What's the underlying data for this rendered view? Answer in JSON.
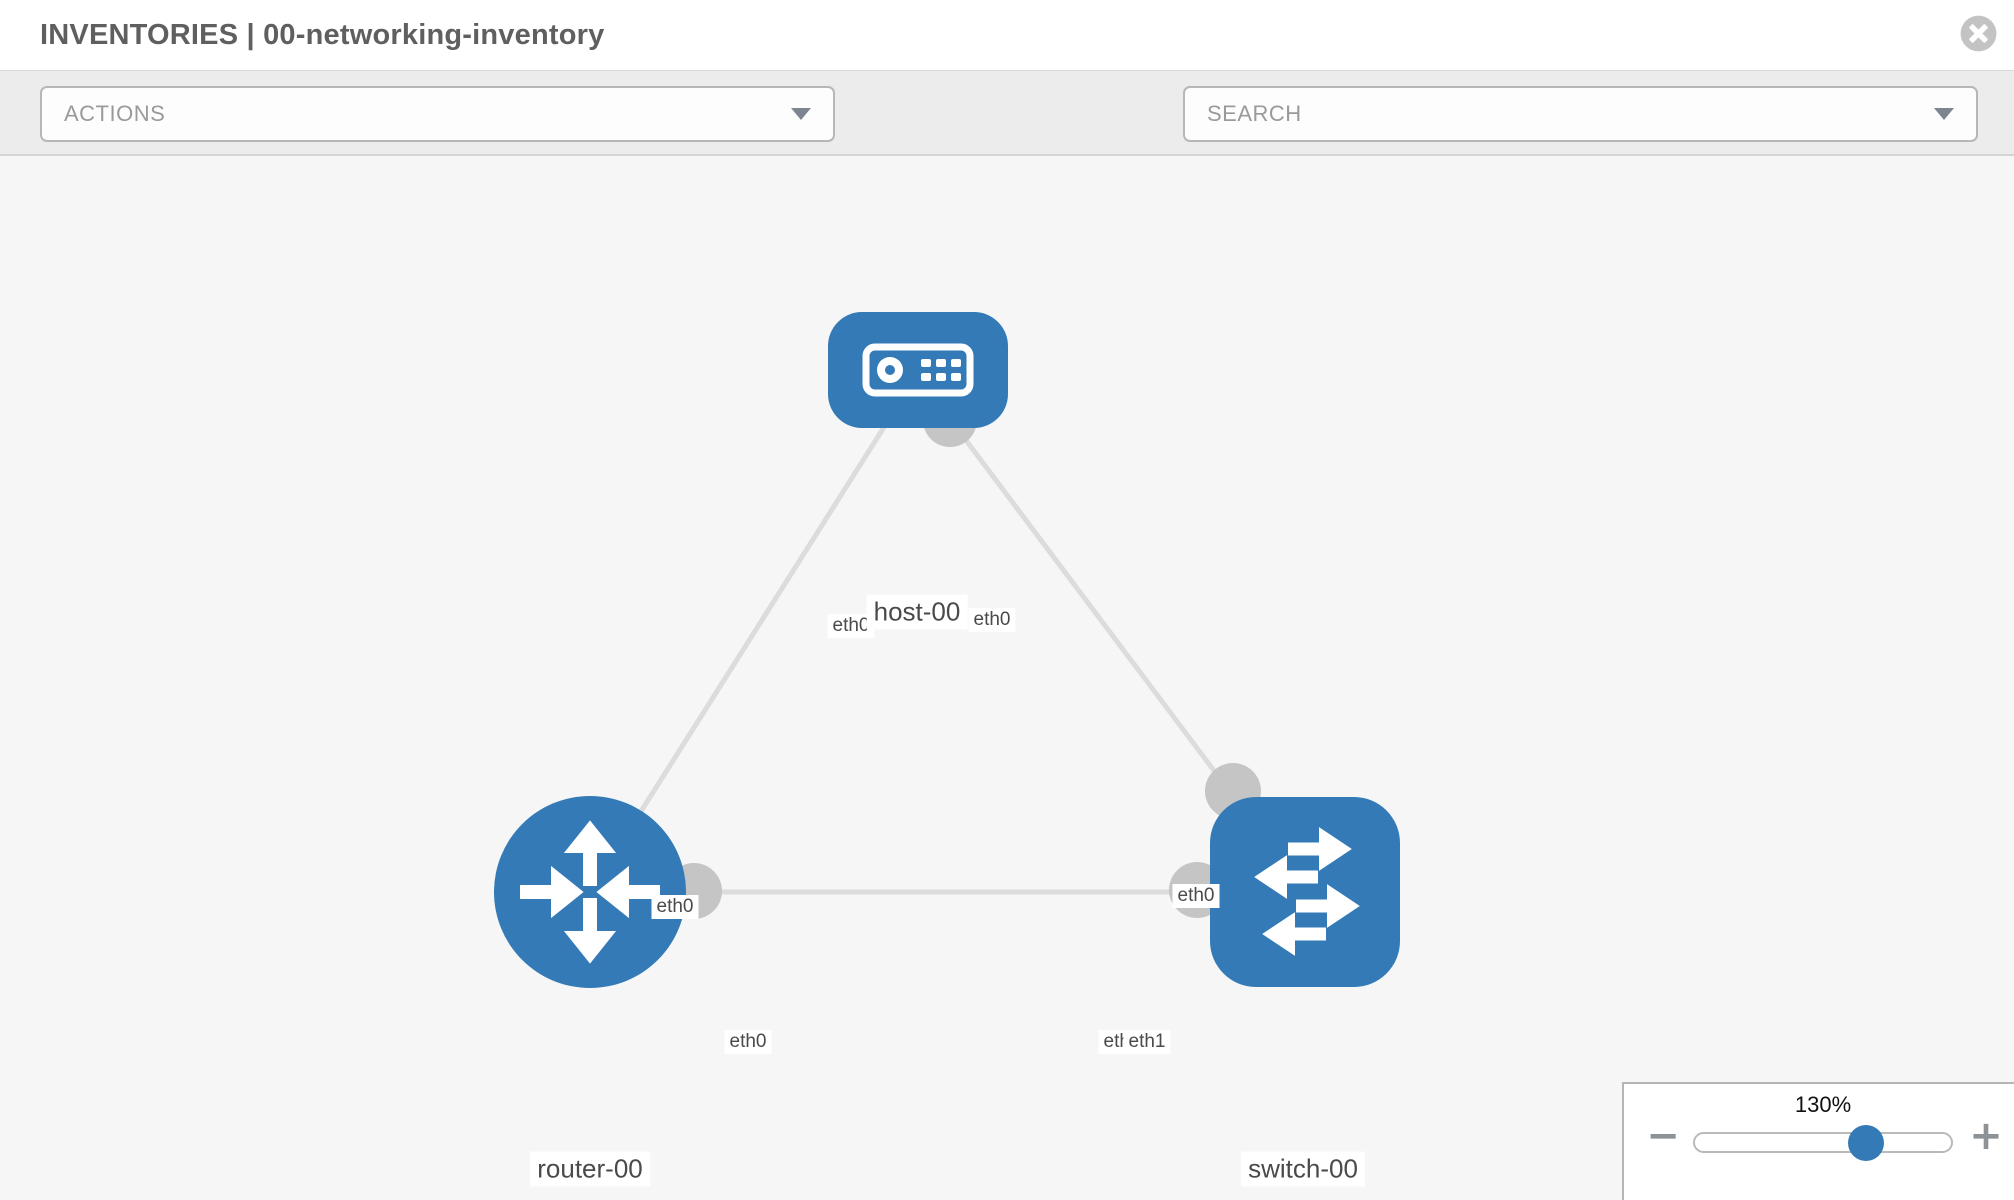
{
  "header": {
    "title": "INVENTORIES | 00-networking-inventory",
    "close_icon": "times-circle-icon"
  },
  "toolbar": {
    "actions": {
      "label": "ACTIONS"
    },
    "search": {
      "placeholder": "SEARCH"
    },
    "tools": [
      {
        "icon": "wrench-icon"
      },
      {
        "icon": "key-icon"
      }
    ]
  },
  "diagram": {
    "nodes": [
      {
        "id": "host-00",
        "type": "host",
        "label": "host-00"
      },
      {
        "id": "router-00",
        "type": "router",
        "label": "router-00"
      },
      {
        "id": "switch-00",
        "type": "switch",
        "label": "switch-00"
      }
    ],
    "links": [
      {
        "source": "host-00",
        "source_interface": "eth0",
        "target": "router-00",
        "target_interface": "eth0"
      },
      {
        "source": "host-00",
        "source_interface": "eth0",
        "target": "switch-00",
        "target_interface": "eth0"
      },
      {
        "source": "router-00",
        "source_interface": "eth0",
        "target": "switch-00",
        "target_interface": "eth1"
      }
    ],
    "interface_labels": {
      "host_left": "eth0",
      "host_right": "eth0",
      "router_top": "eth0",
      "router_right": "eth0",
      "switch_top": "eth0",
      "switch_left_back": "eth0",
      "switch_left_front": "eth1"
    }
  },
  "zoom_control": {
    "value": "130%",
    "minus_label": "−",
    "plus_label": "+",
    "percent": 66
  },
  "colors": {
    "node_blue": "#337ab7",
    "link_gray": "#dcdcdc",
    "interface_dot_gray": "#c5c5c5",
    "toolbar_bg": "#ececec",
    "canvas_bg": "#f6f6f6"
  }
}
